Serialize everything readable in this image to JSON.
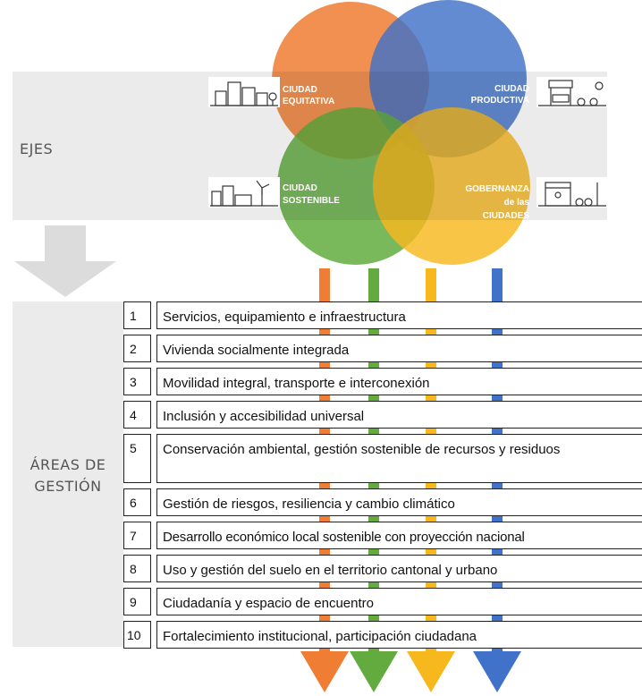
{
  "ejes_label": "EJES",
  "areas_label_line1": "ÁREAS DE",
  "areas_label_line2": "GESTIÓN",
  "circles": [
    {
      "label_lines": [
        "CIUDAD",
        "EQUITATIVA"
      ],
      "color": "#ef7d33",
      "icon": "city-buildings-icon"
    },
    {
      "label_lines": [
        "CIUDAD",
        "PRODUCTIVA"
      ],
      "color": "#3f72c8",
      "icon": "market-stall-icon"
    },
    {
      "label_lines": [
        "CIUDAD",
        "SOSTENIBLE"
      ],
      "color": "#63ab3f",
      "icon": "wind-turbine-city-icon"
    },
    {
      "label_lines": [
        "GOBERNANZA",
        "de las",
        "CIUDADES"
      ],
      "color": "#f7b81e",
      "icon": "public-space-icon"
    }
  ],
  "areas": [
    {
      "num": "1",
      "text": "Servicios, equipamiento e infraestructura"
    },
    {
      "num": "2",
      "text": "Vivienda socialmente integrada"
    },
    {
      "num": "3",
      "text": "Movilidad integral, transporte e interconexión"
    },
    {
      "num": "4",
      "text": "Inclusión y accesibilidad universal"
    },
    {
      "num": "5",
      "text": "Conservación ambiental,  gestión sostenible de recursos y residuos"
    },
    {
      "num": "6",
      "text": "Gestión de riesgos, resiliencia y cambio climático"
    },
    {
      "num": "7",
      "text": "Desarrollo económico local sostenible con proyección nacional"
    },
    {
      "num": "8",
      "text": "Uso y gestión del suelo en el territorio cantonal y urbano"
    },
    {
      "num": "9",
      "text": "Ciudadanía y espacio de encuentro"
    },
    {
      "num": "10",
      "text": "Fortalecimiento institucional, participación ciudadana"
    }
  ]
}
